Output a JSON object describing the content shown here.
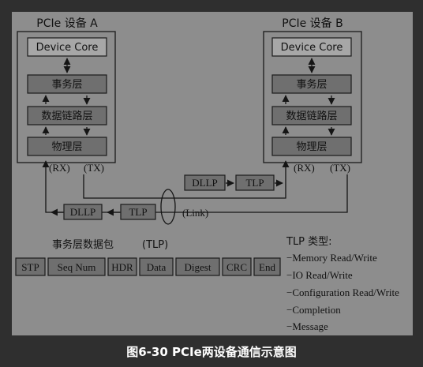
{
  "device_a": {
    "title": "PCIe 设备 A",
    "layers": [
      "Device Core",
      "事务层",
      "数据链路层",
      "物理层"
    ],
    "rx": "(RX)",
    "tx": "(TX)"
  },
  "device_b": {
    "title": "PCIe 设备 B",
    "layers": [
      "Device Core",
      "事务层",
      "数据链路层",
      "物理层"
    ],
    "rx": "(RX)",
    "tx": "(TX)"
  },
  "packets": {
    "upper": [
      "DLLP",
      "TLP"
    ],
    "lower": [
      "DLLP",
      "TLP"
    ],
    "link_label": "(Link)"
  },
  "tlp_packet": {
    "title": "事务层数据包",
    "abbr": "(TLP)",
    "fields": [
      "STP",
      "Seq Num",
      "HDR",
      "Data",
      "Digest",
      "CRC",
      "End"
    ]
  },
  "tlp_types": {
    "title": "TLP 类型:",
    "items": [
      "−Memory Read/Write",
      "−IO Read/Write",
      "−Configuration Read/Write",
      "−Completion",
      "−Message"
    ]
  },
  "caption": "图6-30 PCIe两设备通信示意图",
  "colors": {
    "background": "#2f2f2f",
    "panel": "#8d8d8d",
    "light_box": "#a7a7a7",
    "dark_box": "#6f6f6f"
  }
}
